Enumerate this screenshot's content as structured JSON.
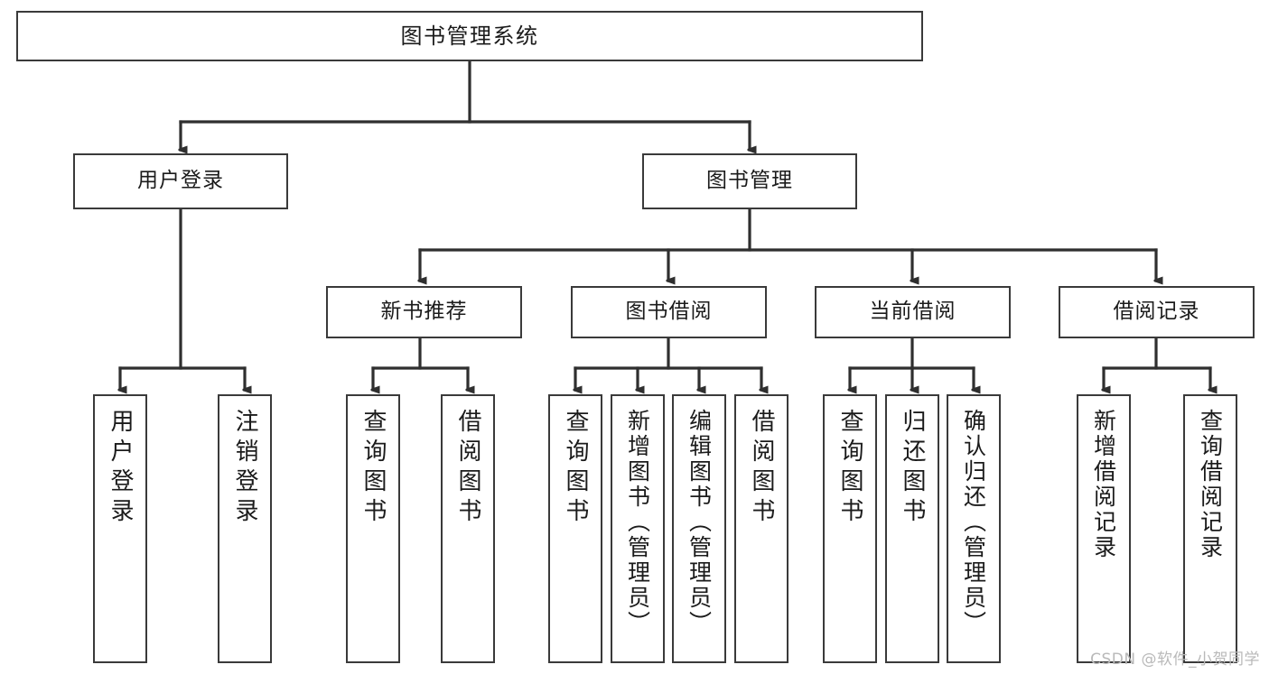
{
  "diagram": {
    "title": "图书管理系统",
    "type": "tree-hierarchy",
    "root": {
      "label": "图书管理系统"
    },
    "level2": [
      {
        "label": "用户登录"
      },
      {
        "label": "图书管理"
      }
    ],
    "level3": [
      {
        "label": "新书推荐"
      },
      {
        "label": "图书借阅"
      },
      {
        "label": "当前借阅"
      },
      {
        "label": "借阅记录"
      }
    ],
    "leaves": {
      "user_login": [
        {
          "label": "用户登录"
        },
        {
          "label": "注销登录"
        }
      ],
      "new_book_recommend": [
        {
          "label": "查询图书"
        },
        {
          "label": "借阅图书"
        }
      ],
      "book_borrow": [
        {
          "label": "查询图书"
        },
        {
          "label": "新增图书（管理员）"
        },
        {
          "label": "编辑图书（管理员）"
        },
        {
          "label": "借阅图书"
        }
      ],
      "current_borrow": [
        {
          "label": "查询图书"
        },
        {
          "label": "归还图书"
        },
        {
          "label": "确认归还（管理员）"
        }
      ],
      "borrow_record": [
        {
          "label": "新增借阅记录"
        },
        {
          "label": "查询借阅记录"
        }
      ]
    }
  },
  "watermark": {
    "text": "CSDN @软件_小贺同学"
  },
  "colors": {
    "background": "#ffffff",
    "box_border": "#3a3a3a",
    "connector": "#2f2f2f",
    "text": "#1b1b1b",
    "watermark": "#b9b9b9"
  }
}
